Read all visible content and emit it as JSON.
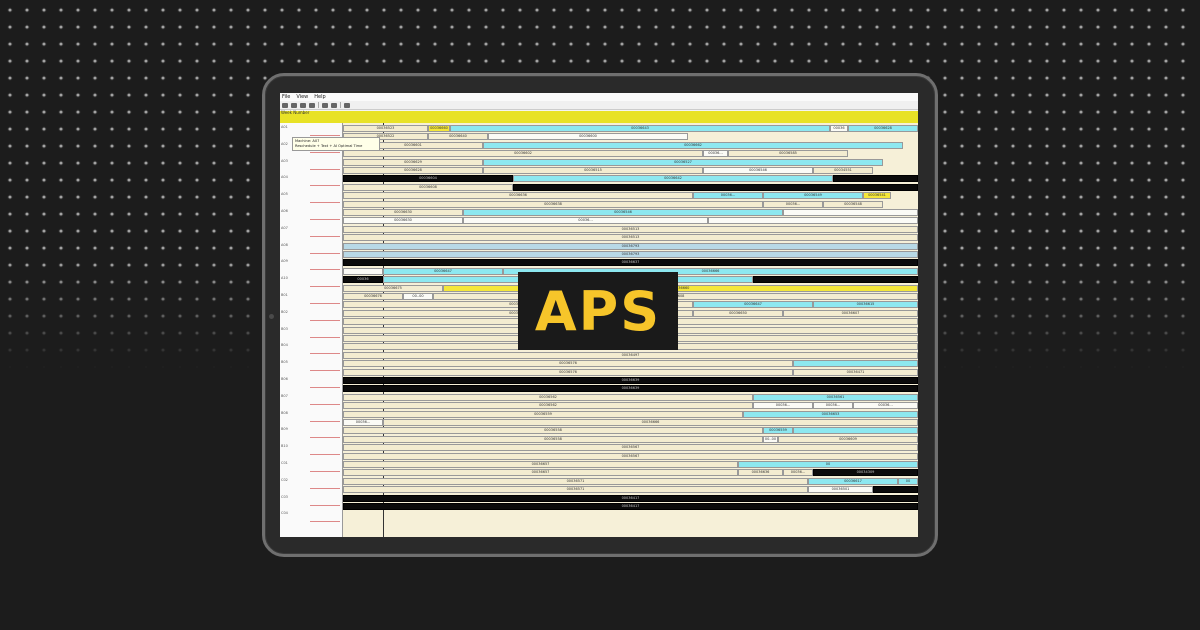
{
  "badge": {
    "text": "APS"
  },
  "app": {
    "menu": [
      "File",
      "View",
      "Help"
    ],
    "header_label": "Week Number",
    "tooltip": {
      "line1": "Machine: A07",
      "line2": "Reschedule + Text + AI Optimal Time"
    }
  },
  "machines": [
    "A01",
    "A02",
    "A03",
    "A04",
    "A05",
    "A06",
    "A07",
    "A08",
    "A09",
    "A10",
    "B01",
    "B02",
    "B03",
    "B04",
    "B05",
    "B06",
    "B07",
    "B08",
    "B09",
    "B10",
    "C01",
    "C02",
    "C03",
    "C04"
  ],
  "rows": [
    [
      {
        "c": "beige",
        "t": "00036523",
        "w": 85
      },
      {
        "c": "yellow",
        "t": "00036660",
        "w": 22
      },
      {
        "c": "cyan",
        "t": "00036643",
        "w": 380
      },
      {
        "c": "white",
        "t": "00036",
        "w": 18
      },
      {
        "c": "cyan",
        "t": "00036628",
        "w": 70
      }
    ],
    [
      {
        "c": "beige",
        "t": "00036522",
        "w": 85
      },
      {
        "c": "beige",
        "t": "00036640",
        "w": 60
      },
      {
        "c": "white",
        "t": "00036600",
        "w": 200
      }
    ],
    [
      {
        "c": "beige",
        "t": "00036601",
        "w": 140
      },
      {
        "c": "cyan",
        "t": "00036662",
        "w": 420
      }
    ],
    [
      {
        "c": "beige",
        "t": "00036602",
        "w": 360
      },
      {
        "c": "white",
        "t": "00036...",
        "w": 25
      },
      {
        "c": "beige",
        "t": "00036585",
        "w": 120
      }
    ],
    [
      {
        "c": "beige",
        "t": "00036629",
        "w": 140
      },
      {
        "c": "cyan",
        "t": "00036527",
        "w": 400
      }
    ],
    [
      {
        "c": "beige",
        "t": "00036628",
        "w": 140
      },
      {
        "c": "beige",
        "t": "00036515",
        "w": 220
      },
      {
        "c": "white",
        "t": "00036546",
        "w": 110
      },
      {
        "c": "beige",
        "t": "00034551",
        "w": 60
      }
    ],
    [
      {
        "c": "black",
        "t": "00036604",
        "w": 170
      },
      {
        "c": "cyan",
        "t": "00036642",
        "w": 320
      },
      {
        "c": "black",
        "t": "",
        "w": 85
      }
    ],
    [
      {
        "c": "beige",
        "t": "00036608",
        "w": 170
      },
      {
        "c": "black",
        "t": "",
        "w": 405
      }
    ],
    [
      {
        "c": "beige",
        "t": "00036636",
        "w": 350
      },
      {
        "c": "cyan",
        "t": "00036...",
        "w": 70
      },
      {
        "c": "cyan",
        "t": "00036549",
        "w": 100
      },
      {
        "c": "yellow",
        "t": "00036541",
        "w": 28
      }
    ],
    [
      {
        "c": "beige",
        "t": "00036638",
        "w": 420
      },
      {
        "c": "beige",
        "t": "00036...",
        "w": 60
      },
      {
        "c": "beige",
        "t": "00036548",
        "w": 60
      }
    ],
    [
      {
        "c": "beige",
        "t": "00036630",
        "w": 120
      },
      {
        "c": "cyan",
        "t": "00036546",
        "w": 320
      },
      {
        "c": "white",
        "t": "",
        "w": 135
      }
    ],
    [
      {
        "c": "white",
        "t": "00036630",
        "w": 120
      },
      {
        "c": "white",
        "t": "00036...",
        "w": 245
      },
      {
        "c": "white",
        "t": "",
        "w": 210
      }
    ],
    [
      {
        "c": "beige",
        "t": "00036513",
        "w": 575
      }
    ],
    [
      {
        "c": "beige",
        "t": "00036513",
        "w": 575
      }
    ],
    [
      {
        "c": "blue",
        "t": "00036793",
        "w": 575
      }
    ],
    [
      {
        "c": "blue",
        "t": "00036793",
        "w": 575
      }
    ],
    [
      {
        "c": "black",
        "t": "00036637",
        "w": 575
      }
    ],
    [
      {
        "c": "white",
        "t": "",
        "w": 40
      },
      {
        "c": "cyan",
        "t": "00036647",
        "w": 120
      },
      {
        "c": "cyan",
        "t": "00036666",
        "w": 415
      }
    ],
    [
      {
        "c": "black",
        "t": "00036",
        "w": 40
      },
      {
        "c": "cyan",
        "t": "",
        "w": 370
      },
      {
        "c": "black",
        "t": "",
        "w": 165
      }
    ],
    [
      {
        "c": "beige",
        "t": "00036675",
        "w": 100
      },
      {
        "c": "yellow",
        "t": "00036660",
        "w": 475
      }
    ],
    [
      {
        "c": "beige",
        "t": "00036676",
        "w": 60
      },
      {
        "c": "white",
        "t": "00..00",
        "w": 30
      },
      {
        "c": "beige",
        "t": "00036608",
        "w": 485
      }
    ],
    [
      {
        "c": "beige",
        "t": "00036651",
        "w": 350
      },
      {
        "c": "cyan",
        "t": "00036647",
        "w": 120
      },
      {
        "c": "cyan",
        "t": "00036615",
        "w": 105
      }
    ],
    [
      {
        "c": "beige",
        "t": "00036652",
        "w": 350
      },
      {
        "c": "beige",
        "t": "00036650",
        "w": 90
      },
      {
        "c": "beige",
        "t": "00036607",
        "w": 135
      }
    ],
    [
      {
        "c": "beige",
        "t": "",
        "w": 575
      }
    ],
    [
      {
        "c": "beige",
        "t": "00036595",
        "w": 575
      }
    ],
    [
      {
        "c": "beige",
        "t": "00036595",
        "w": 575
      }
    ],
    [
      {
        "c": "beige",
        "t": "00036497",
        "w": 575
      }
    ],
    [
      {
        "c": "beige",
        "t": "00036497",
        "w": 575
      }
    ],
    [
      {
        "c": "beige",
        "t": "00036576",
        "w": 450
      },
      {
        "c": "cyan",
        "t": "",
        "w": 125
      }
    ],
    [
      {
        "c": "beige",
        "t": "00036576",
        "w": 450
      },
      {
        "c": "beige",
        "t": "00036471",
        "w": 125
      }
    ],
    [
      {
        "c": "black",
        "t": "00036639",
        "w": 575
      }
    ],
    [
      {
        "c": "black",
        "t": "00036639",
        "w": 575
      }
    ],
    [
      {
        "c": "beige",
        "t": "00036562",
        "w": 410
      },
      {
        "c": "cyan",
        "t": "00036561",
        "w": 165
      }
    ],
    [
      {
        "c": "beige",
        "t": "00036562",
        "w": 410
      },
      {
        "c": "white",
        "t": "00036...",
        "w": 60
      },
      {
        "c": "white",
        "t": "00036...",
        "w": 40
      },
      {
        "c": "white",
        "t": "00036...",
        "w": 65
      }
    ],
    [
      {
        "c": "beige",
        "t": "00036559",
        "w": 400
      },
      {
        "c": "cyan",
        "t": "00036653",
        "w": 175
      }
    ],
    [
      {
        "c": "white",
        "t": "00036...",
        "w": 40
      },
      {
        "c": "beige",
        "t": "00036666",
        "w": 535
      }
    ],
    [
      {
        "c": "beige",
        "t": "00036558",
        "w": 420
      },
      {
        "c": "cyan",
        "t": "00036559",
        "w": 30
      },
      {
        "c": "cyan",
        "t": "",
        "w": 125
      }
    ],
    [
      {
        "c": "beige",
        "t": "00036558",
        "w": 420
      },
      {
        "c": "white",
        "t": "00..00",
        "w": 15
      },
      {
        "c": "beige",
        "t": "00036609",
        "w": 140
      }
    ],
    [
      {
        "c": "beige",
        "t": "00036567",
        "w": 575
      }
    ],
    [
      {
        "c": "beige",
        "t": "00036567",
        "w": 575
      }
    ],
    [
      {
        "c": "beige",
        "t": "00036657",
        "w": 395
      },
      {
        "c": "cyan",
        "t": "00",
        "w": 180
      }
    ],
    [
      {
        "c": "beige",
        "t": "00036657",
        "w": 395
      },
      {
        "c": "beige",
        "t": "00036636",
        "w": 45
      },
      {
        "c": "beige",
        "t": "00036...",
        "w": 30
      },
      {
        "c": "black",
        "t": "00034309",
        "w": 105
      }
    ],
    [
      {
        "c": "beige",
        "t": "00036571",
        "w": 465
      },
      {
        "c": "cyan",
        "t": "00036617",
        "w": 90
      },
      {
        "c": "cyan",
        "t": "00",
        "w": 20
      }
    ],
    [
      {
        "c": "beige",
        "t": "00036571",
        "w": 465
      },
      {
        "c": "white",
        "t": "00036501",
        "w": 65
      },
      {
        "c": "black",
        "t": "",
        "w": 45
      }
    ],
    [
      {
        "c": "black",
        "t": "00036417",
        "w": 575
      }
    ],
    [
      {
        "c": "black",
        "t": "00036417",
        "w": 575
      }
    ]
  ]
}
